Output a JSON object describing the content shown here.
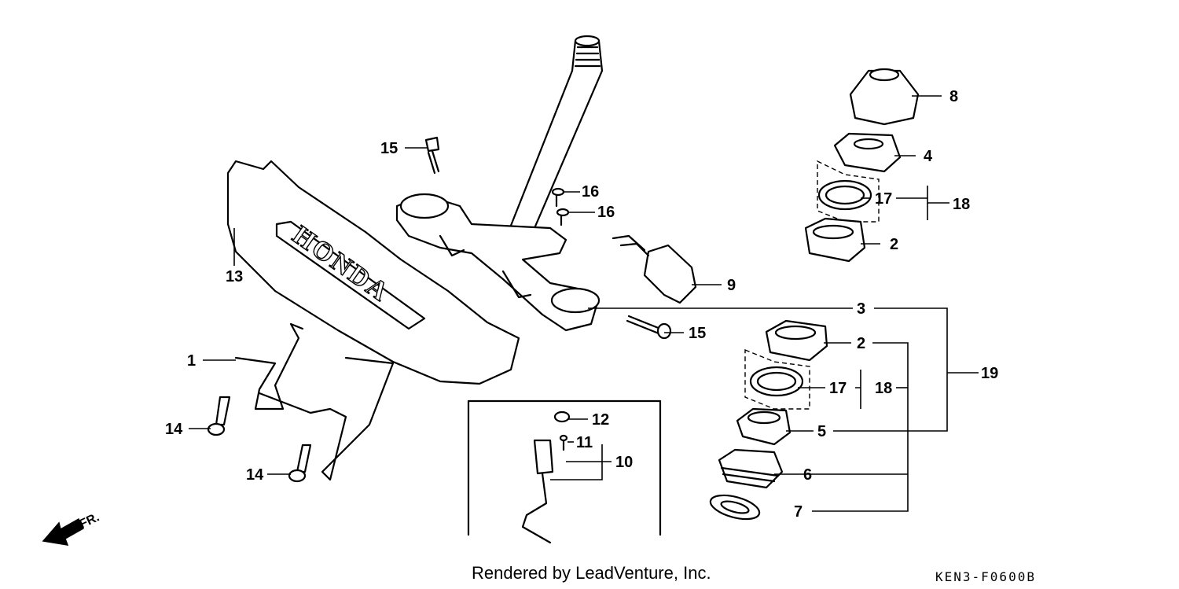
{
  "callouts": {
    "c1": "1",
    "c2a": "2",
    "c2b": "2",
    "c3": "3",
    "c4": "4",
    "c5": "5",
    "c6": "6",
    "c7": "7",
    "c8": "8",
    "c9": "9",
    "c10": "10",
    "c11": "11",
    "c12": "12",
    "c13": "13",
    "c14a": "14",
    "c14b": "14",
    "c15a": "15",
    "c15b": "15",
    "c16a": "16",
    "c16b": "16",
    "c17a": "17",
    "c17b": "17",
    "c18a": "18",
    "c18b": "18",
    "c19": "19"
  },
  "emblem_text": "HONDA",
  "direction_label": "FR.",
  "footer": {
    "credit": "Rendered by LeadVenture, Inc.",
    "diagram_code": "KEN3-F0600B"
  }
}
